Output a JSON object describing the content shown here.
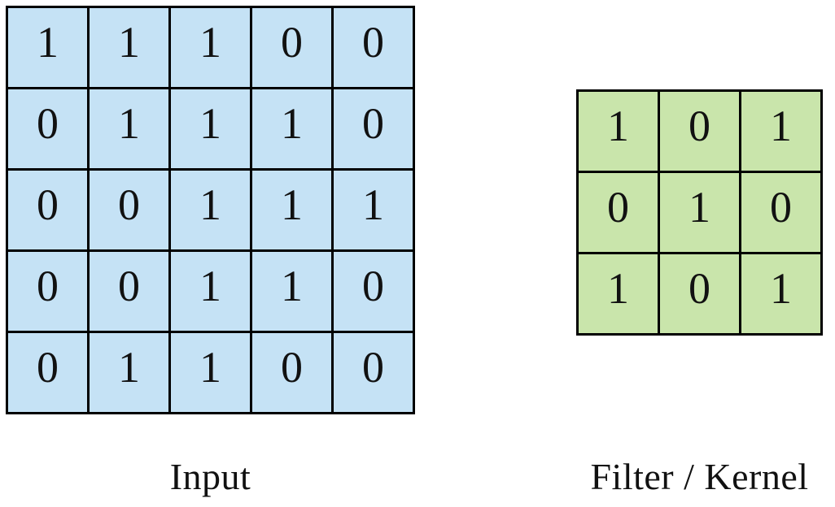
{
  "matrices": {
    "input": {
      "label": "Input",
      "size": "5x5",
      "rows": [
        [
          1,
          1,
          1,
          0,
          0
        ],
        [
          0,
          1,
          1,
          1,
          0
        ],
        [
          0,
          0,
          1,
          1,
          1
        ],
        [
          0,
          0,
          1,
          1,
          0
        ],
        [
          0,
          1,
          1,
          0,
          0
        ]
      ]
    },
    "filter": {
      "label": "Filter / Kernel",
      "size": "3x3",
      "rows": [
        [
          1,
          0,
          1
        ],
        [
          0,
          1,
          0
        ],
        [
          1,
          0,
          1
        ]
      ]
    }
  },
  "colors": {
    "input_cell": "#C5E2F5",
    "filter_cell": "#C9E5AB",
    "grid_line": "#000000",
    "background": "#FFFFFF",
    "text": "#111111"
  }
}
